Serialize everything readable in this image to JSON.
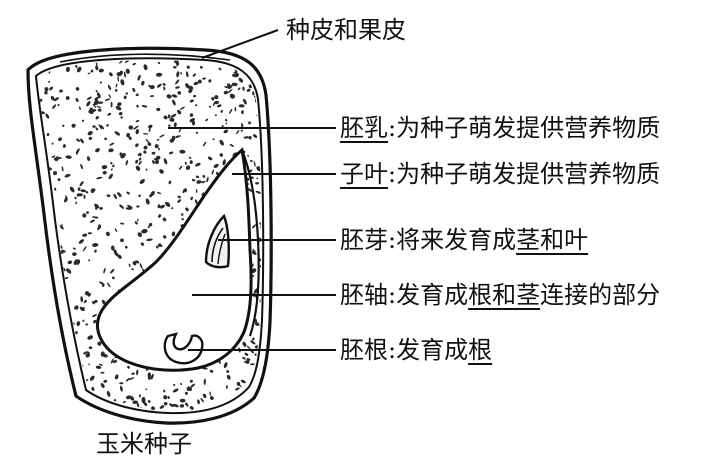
{
  "caption": "玉米种子",
  "labels": {
    "pericarp": "种皮和果皮",
    "endosperm": {
      "name": "胚乳",
      "sep": ":",
      "desc": "为种子萌发提供营养物质"
    },
    "cotyledon": {
      "name": "子叶",
      "sep": ":",
      "desc": "为种子萌发提供营养物质"
    },
    "plumule": {
      "name": "胚芽",
      "sep": ":",
      "desc_a": "将来发育成",
      "desc_b": "茎和叶"
    },
    "hypocotyl": {
      "name": "胚轴",
      "sep": ":",
      "desc_a": "发育成",
      "desc_b": "根和茎",
      "desc_c": "连接的部分"
    },
    "radicle": {
      "name": "胚根",
      "sep": ":",
      "desc_a": "发育成",
      "desc_b": "根"
    }
  },
  "colors": {
    "ink": "#111111",
    "background": "#ffffff",
    "stipple": "#2a2a2a"
  }
}
